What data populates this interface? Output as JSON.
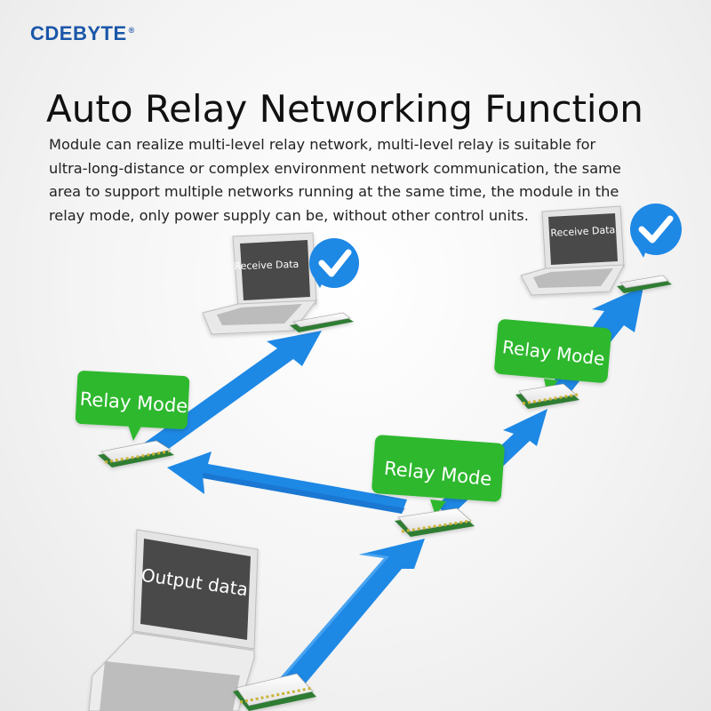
{
  "brand": {
    "name": "CDEBYTE",
    "mark": "®"
  },
  "title": "Auto Relay Networking Function",
  "description": [
    "Module can realize multi-level relay network, multi-level relay is suitable for",
    "ultra-long-distance or complex environment network communication, the same",
    "area to support multiple networks running at the same time, the module in the",
    "relay mode, only power supply can be, without other control units."
  ],
  "nodes": {
    "source": {
      "label": "Output data"
    },
    "receiver_left": {
      "label": "Receive Data"
    },
    "receiver_right": {
      "label": "Receive Data"
    },
    "relay_left": {
      "label": "Relay Mode"
    },
    "relay_center": {
      "label": "Relay Mode"
    },
    "relay_right": {
      "label": "Relay Mode"
    }
  },
  "icons": {
    "check": "check-badge-icon",
    "laptop": "laptop-icon",
    "module": "rf-module-icon"
  },
  "colors": {
    "brand": "#1a56a8",
    "arrow": "#1e88e5",
    "relay_badge": "#2fb82f",
    "check_badge": "#1e88e5",
    "module_pad": "#c9b437"
  }
}
